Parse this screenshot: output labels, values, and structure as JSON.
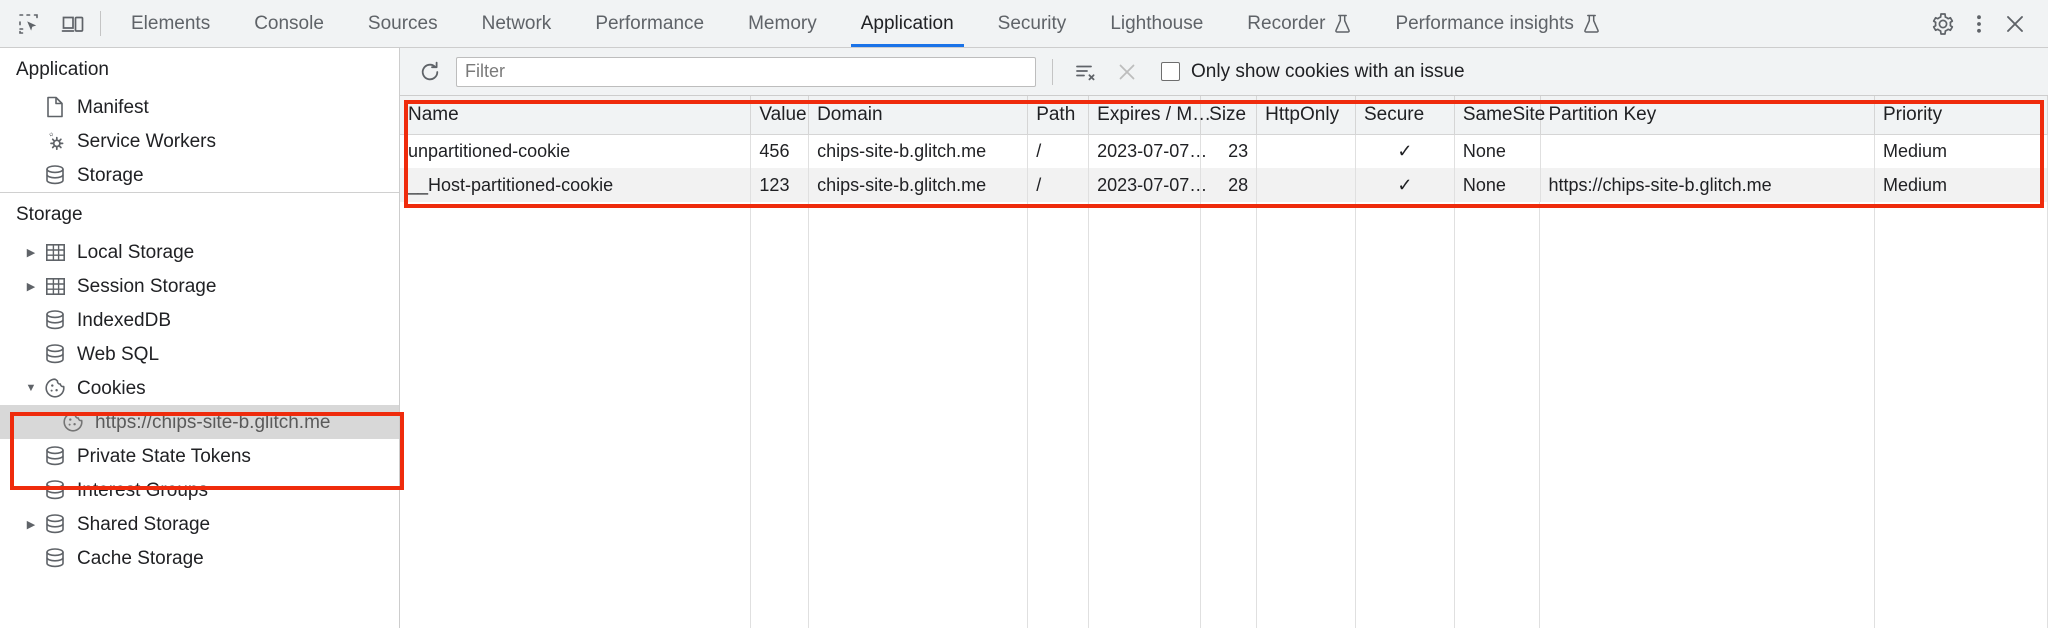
{
  "toolbar": {
    "inspect_icon": "inspect-element-icon",
    "device_icon": "device-toolbar-icon",
    "tabs": [
      {
        "label": "Elements",
        "active": false,
        "experimental": false
      },
      {
        "label": "Console",
        "active": false,
        "experimental": false
      },
      {
        "label": "Sources",
        "active": false,
        "experimental": false
      },
      {
        "label": "Network",
        "active": false,
        "experimental": false
      },
      {
        "label": "Performance",
        "active": false,
        "experimental": false
      },
      {
        "label": "Memory",
        "active": false,
        "experimental": false
      },
      {
        "label": "Application",
        "active": true,
        "experimental": false
      },
      {
        "label": "Security",
        "active": false,
        "experimental": false
      },
      {
        "label": "Lighthouse",
        "active": false,
        "experimental": false
      },
      {
        "label": "Recorder",
        "active": false,
        "experimental": true
      },
      {
        "label": "Performance insights",
        "active": false,
        "experimental": true
      }
    ],
    "settings_icon": "gear-icon",
    "more_icon": "kebab-menu-icon",
    "close_icon": "close-icon",
    "active_tab_color": "#1a73e8"
  },
  "sidebar": {
    "sections": [
      {
        "title": "Application",
        "items": [
          {
            "label": "Manifest",
            "icon": "document-icon",
            "twisty": "none",
            "indent": 1,
            "selected": false
          },
          {
            "label": "Service Workers",
            "icon": "gears-icon",
            "twisty": "none",
            "indent": 1,
            "selected": false
          },
          {
            "label": "Storage",
            "icon": "database-icon",
            "twisty": "none",
            "indent": 1,
            "selected": false
          }
        ]
      },
      {
        "title": "Storage",
        "items": [
          {
            "label": "Local Storage",
            "icon": "table-icon",
            "twisty": "collapsed",
            "indent": 1,
            "selected": false
          },
          {
            "label": "Session Storage",
            "icon": "table-icon",
            "twisty": "collapsed",
            "indent": 1,
            "selected": false
          },
          {
            "label": "IndexedDB",
            "icon": "database-icon",
            "twisty": "none",
            "indent": 1,
            "selected": false
          },
          {
            "label": "Web SQL",
            "icon": "database-icon",
            "twisty": "none",
            "indent": 1,
            "selected": false
          },
          {
            "label": "Cookies",
            "icon": "cookie-icon",
            "twisty": "expanded",
            "indent": 1,
            "selected": false
          },
          {
            "label": "https://chips-site-b.glitch.me",
            "icon": "cookie-icon",
            "twisty": "none",
            "indent": 2,
            "selected": true
          },
          {
            "label": "Private State Tokens",
            "icon": "database-icon",
            "twisty": "none",
            "indent": 1,
            "selected": false
          },
          {
            "label": "Interest Groups",
            "icon": "database-icon",
            "twisty": "none",
            "indent": 1,
            "selected": false
          },
          {
            "label": "Shared Storage",
            "icon": "database-icon",
            "twisty": "collapsed",
            "indent": 1,
            "selected": false
          },
          {
            "label": "Cache Storage",
            "icon": "database-icon",
            "twisty": "none",
            "indent": 1,
            "selected": false
          }
        ]
      }
    ]
  },
  "filter_bar": {
    "refresh_icon": "refresh-icon",
    "filter_value": "",
    "filter_placeholder": "Filter",
    "clear_filtered_icon": "clear-filtered-cookies-icon",
    "delete_icon": "delete-cookie-icon",
    "checkbox_label": "Only show cookies with an issue",
    "checkbox_checked": false
  },
  "table": {
    "columns": [
      {
        "key": "name",
        "label": "Name"
      },
      {
        "key": "value",
        "label": "Value"
      },
      {
        "key": "domain",
        "label": "Domain"
      },
      {
        "key": "path",
        "label": "Path"
      },
      {
        "key": "expires",
        "label": "Expires / M…"
      },
      {
        "key": "size",
        "label": "Size"
      },
      {
        "key": "httponly",
        "label": "HttpOnly"
      },
      {
        "key": "secure",
        "label": "Secure"
      },
      {
        "key": "samesite",
        "label": "SameSite"
      },
      {
        "key": "partitionkey",
        "label": "Partition Key"
      },
      {
        "key": "priority",
        "label": "Priority"
      }
    ],
    "rows": [
      {
        "name": "unpartitioned-cookie",
        "value": "456",
        "domain": "chips-site-b.glitch.me",
        "path": "/",
        "expires": "2023-07-07…",
        "size": "23",
        "httponly": "",
        "secure": "✓",
        "samesite": "None",
        "partitionkey": "",
        "priority": "Medium"
      },
      {
        "name": "__Host-partitioned-cookie",
        "value": "123",
        "domain": "chips-site-b.glitch.me",
        "path": "/",
        "expires": "2023-07-07…",
        "size": "28",
        "httponly": "",
        "secure": "✓",
        "samesite": "None",
        "partitionkey": "https://chips-site-b.glitch.me",
        "priority": "Medium"
      }
    ]
  },
  "annotations": {
    "highlight_color": "#ef2b0c",
    "boxes": [
      {
        "name": "cookie-table-highlight"
      },
      {
        "name": "cookies-tree-highlight"
      }
    ]
  }
}
